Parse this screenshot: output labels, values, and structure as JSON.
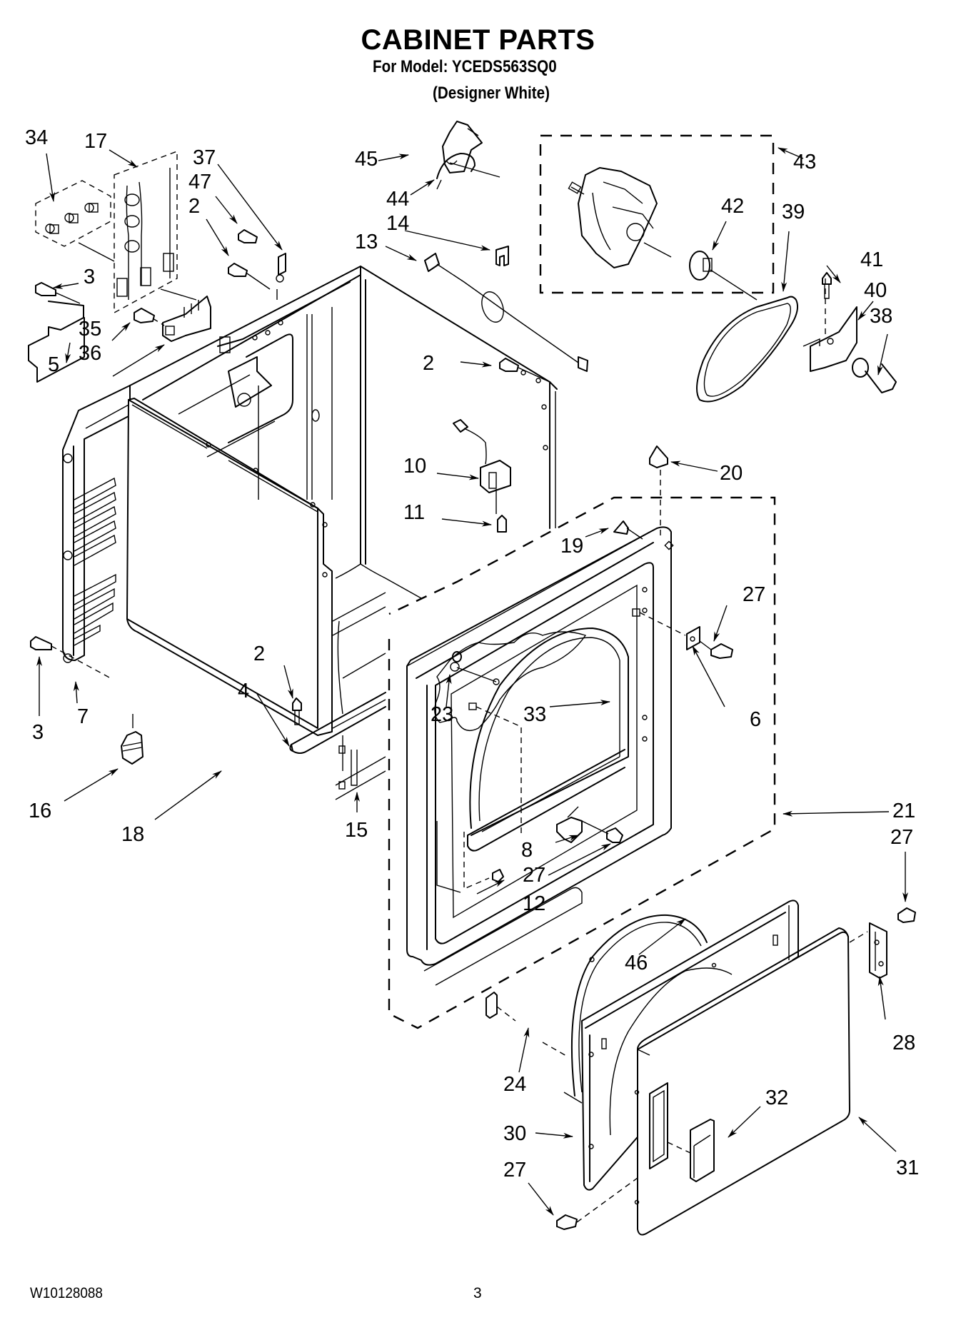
{
  "header": {
    "title": "CABINET PARTS",
    "model_line": "For Model: YCEDS563SQ0",
    "variant_line": "(Designer White)"
  },
  "footer": {
    "document_number": "W10128088",
    "page_number": "3"
  },
  "callouts": [
    {
      "id": "c34",
      "label": "34"
    },
    {
      "id": "c17",
      "label": "17"
    },
    {
      "id": "c37",
      "label": "37"
    },
    {
      "id": "c47",
      "label": "47"
    },
    {
      "id": "c2a",
      "label": "2"
    },
    {
      "id": "c3a",
      "label": "3"
    },
    {
      "id": "c5",
      "label": "5"
    },
    {
      "id": "c35",
      "label": "35"
    },
    {
      "id": "c36",
      "label": "36"
    },
    {
      "id": "c45",
      "label": "45"
    },
    {
      "id": "c44",
      "label": "44"
    },
    {
      "id": "c14",
      "label": "14"
    },
    {
      "id": "c13",
      "label": "13"
    },
    {
      "id": "c43",
      "label": "43"
    },
    {
      "id": "c42",
      "label": "42"
    },
    {
      "id": "c39",
      "label": "39"
    },
    {
      "id": "c41",
      "label": "41"
    },
    {
      "id": "c40",
      "label": "40"
    },
    {
      "id": "c38",
      "label": "38"
    },
    {
      "id": "c2b",
      "label": "2"
    },
    {
      "id": "c10",
      "label": "10"
    },
    {
      "id": "c11",
      "label": "11"
    },
    {
      "id": "c20",
      "label": "20"
    },
    {
      "id": "c19",
      "label": "19"
    },
    {
      "id": "c27a",
      "label": "27"
    },
    {
      "id": "c6",
      "label": "6"
    },
    {
      "id": "c3b",
      "label": "3"
    },
    {
      "id": "c7",
      "label": "7"
    },
    {
      "id": "c2c",
      "label": "2"
    },
    {
      "id": "c4",
      "label": "4"
    },
    {
      "id": "c23",
      "label": "23"
    },
    {
      "id": "c33",
      "label": "33"
    },
    {
      "id": "c16",
      "label": "16"
    },
    {
      "id": "c18",
      "label": "18"
    },
    {
      "id": "c15",
      "label": "15"
    },
    {
      "id": "c21",
      "label": "21"
    },
    {
      "id": "c27b",
      "label": "27"
    },
    {
      "id": "c8",
      "label": "8"
    },
    {
      "id": "c27c",
      "label": "27"
    },
    {
      "id": "c12",
      "label": "12"
    },
    {
      "id": "c46",
      "label": "46"
    },
    {
      "id": "c28",
      "label": "28"
    },
    {
      "id": "c24",
      "label": "24"
    },
    {
      "id": "c32",
      "label": "32"
    },
    {
      "id": "c30",
      "label": "30"
    },
    {
      "id": "c27d",
      "label": "27"
    },
    {
      "id": "c31",
      "label": "31"
    }
  ]
}
